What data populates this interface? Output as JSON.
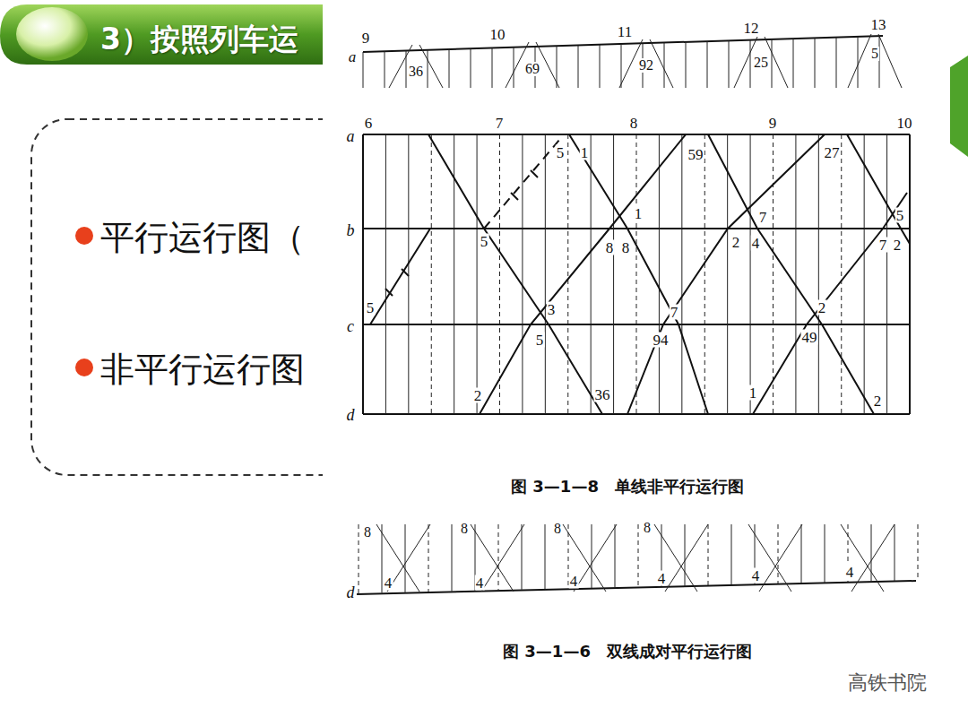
{
  "diagram": {
    "title": "3）按照列车运",
    "nodes": [
      {
        "text": [
          "平行运行图（",
          "非平行运行图"
        ]
      }
    ],
    "labels": [
      "9",
      "10",
      "11",
      "12",
      "13",
      "a",
      "36",
      "69",
      "92",
      "25",
      "5",
      "6",
      "7",
      "8",
      "9",
      "10",
      "a",
      "b",
      "c",
      "d",
      "5",
      "1",
      "59",
      "27",
      "1",
      "7",
      "5",
      "5",
      "8",
      "8",
      "2",
      "4",
      "7",
      "2",
      "5",
      "3",
      "7",
      "2",
      "5",
      "94",
      "49",
      "2",
      "36",
      "1",
      "2",
      "图 3—1—8　单线非平行运行图",
      "8",
      "8",
      "8",
      "8",
      "d",
      "4",
      "4",
      "4",
      "4",
      "4",
      "4",
      "图 3—1—6　双线成对平行运行图",
      "高铁书院"
    ]
  }
}
